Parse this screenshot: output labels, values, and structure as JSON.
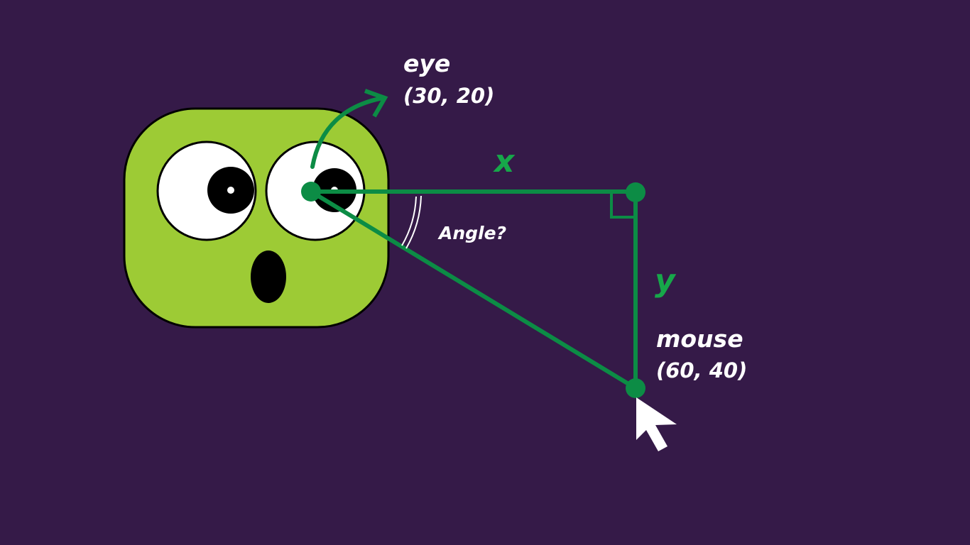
{
  "colors": {
    "background": "#351a48",
    "face_fill": "#9dcb35",
    "face_outline": "#000000",
    "eye_white": "#ffffff",
    "pupil": "#000000",
    "geometry_green": "#0c8c45",
    "axis_label_green": "#17a74a",
    "annotation_text": "#ffffff",
    "cursor": "#ffffff"
  },
  "labels": {
    "eye_name": "eye",
    "eye_coords": "(30, 20)",
    "mouse_name": "mouse",
    "mouse_coords": "(60, 40)",
    "x_label": "x",
    "y_label": "y",
    "angle_label": "Angle?"
  },
  "icons": {
    "cursor": "mouse-cursor-icon",
    "rotation_arrow": "curved-arrow-icon",
    "right_angle": "right-angle-marker-icon",
    "angle_arc": "angle-arc-icon"
  }
}
